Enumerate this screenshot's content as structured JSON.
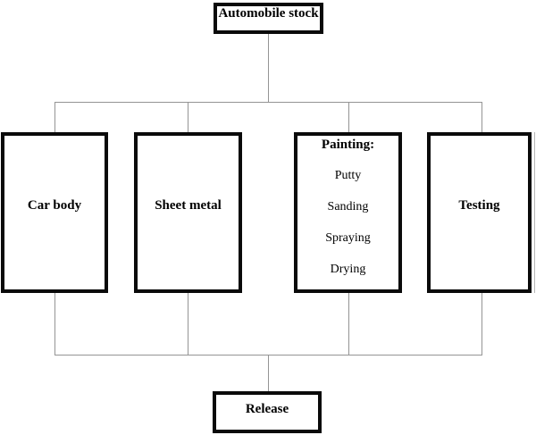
{
  "diagram": {
    "root": {
      "label": "Automobile stock"
    },
    "stages": [
      {
        "label": "Car body"
      },
      {
        "label": "Sheet metal"
      },
      {
        "label": "Painting:",
        "items": [
          "Putty",
          "Sanding",
          "Spraying",
          "Drying"
        ]
      },
      {
        "label": "Testing"
      }
    ],
    "release": {
      "label": "Release"
    }
  },
  "colors": {
    "background": "#ffffff",
    "box_border": "#0a0a0a",
    "connector_line": "#949494",
    "text": "#000000"
  }
}
